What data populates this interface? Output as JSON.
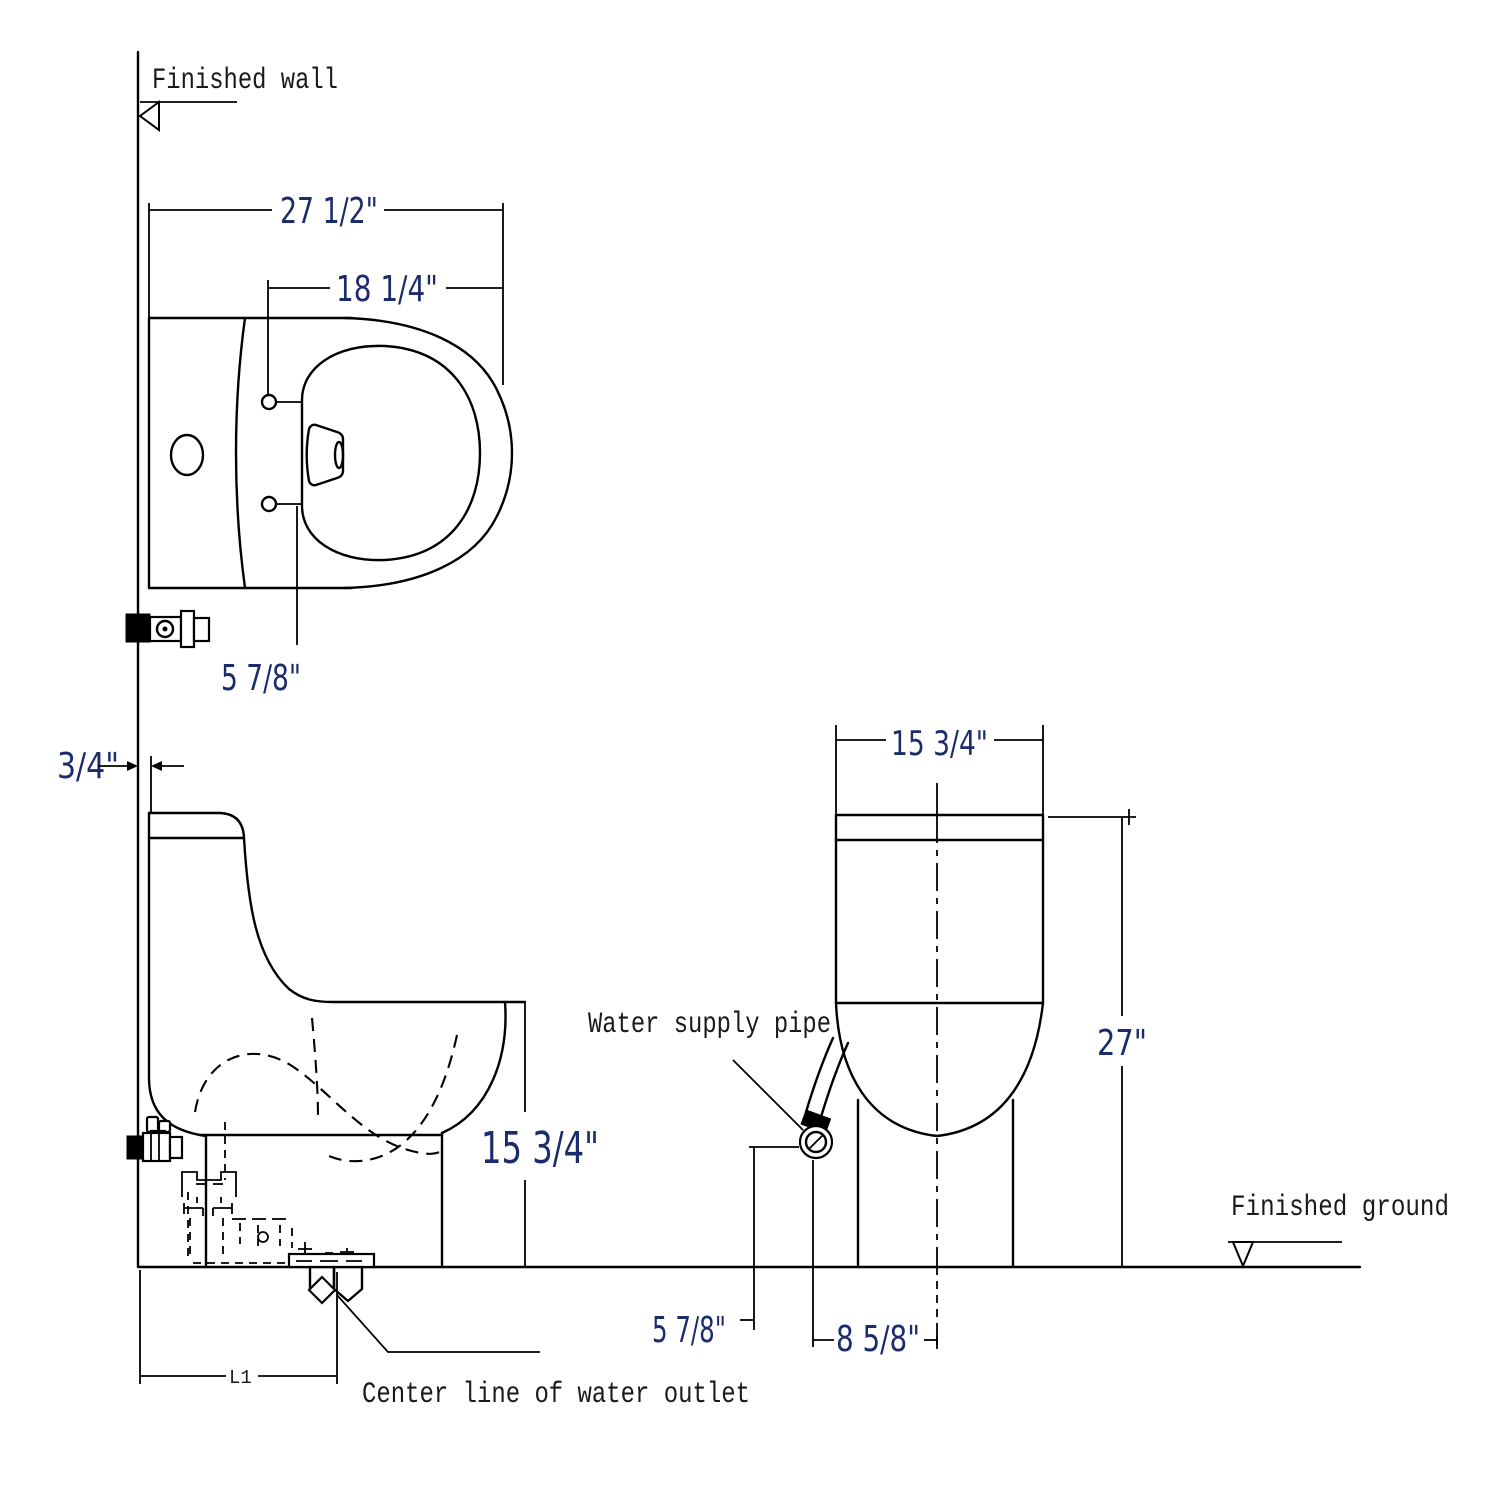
{
  "title": "Toilet installation dimension drawing",
  "colors": {
    "line": "#000000",
    "dimension_text": "#1b2c6d",
    "background": "#ffffff"
  },
  "labels": {
    "finished_wall": "Finished wall",
    "finished_ground": "Finished ground",
    "water_supply_pipe": "Water supply pipe",
    "center_line": "Center line of water outlet",
    "l1": "L1"
  },
  "dims": {
    "overall_depth": "27 1/2\"",
    "seat_depth": "18 1/4\"",
    "hinge_to_tank": "5 7/8\"",
    "wall_clearance": "3/4\"",
    "rim_height": "15 3/4\"",
    "tank_width": "15 3/4\"",
    "overall_height": "27\"",
    "supply_height": "5 7/8\"",
    "supply_to_center": "8 5/8\""
  }
}
